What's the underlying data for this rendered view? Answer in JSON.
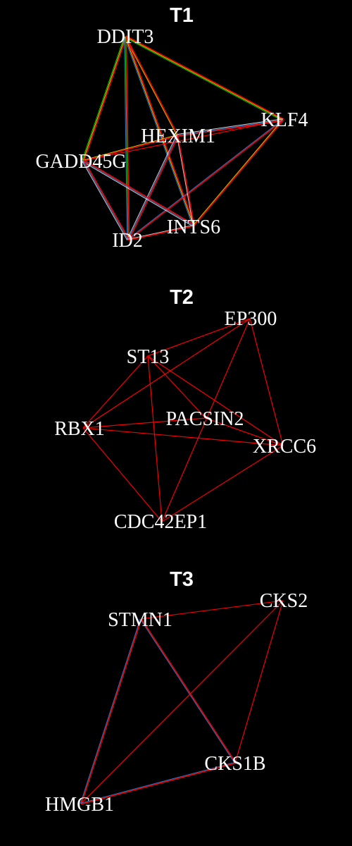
{
  "colors": {
    "background": "#000000",
    "label": "#ffffff",
    "edge_primary": "#ff0000",
    "edge_secondary": [
      "#ffff00",
      "#00ff00",
      "#3399ff",
      "#ffffff"
    ]
  },
  "panels": [
    {
      "title": "T1",
      "nodes": [
        {
          "id": "DDIT3",
          "label": "DDIT3"
        },
        {
          "id": "KLF4",
          "label": "KLF4"
        },
        {
          "id": "HEXIM1",
          "label": "HEXIM1"
        },
        {
          "id": "GADD45G",
          "label": "GADD45G"
        },
        {
          "id": "INTS6",
          "label": "INTS6"
        },
        {
          "id": "ID2",
          "label": "ID2"
        }
      ],
      "edges": [
        {
          "source": "DDIT3",
          "target": "KLF4",
          "colors": [
            "#ff0000",
            "#ffff00",
            "#00ff00"
          ]
        },
        {
          "source": "DDIT3",
          "target": "HEXIM1",
          "colors": [
            "#ff0000",
            "#ffff00"
          ]
        },
        {
          "source": "DDIT3",
          "target": "GADD45G",
          "colors": [
            "#ff0000",
            "#ffff00",
            "#00ff00"
          ]
        },
        {
          "source": "DDIT3",
          "target": "INTS6",
          "colors": [
            "#ff0000",
            "#ffff00",
            "#3399ff"
          ]
        },
        {
          "source": "DDIT3",
          "target": "ID2",
          "colors": [
            "#ff0000",
            "#00ff00",
            "#3399ff"
          ]
        },
        {
          "source": "KLF4",
          "target": "HEXIM1",
          "colors": [
            "#ff0000",
            "#3399ff",
            "#ffffff"
          ]
        },
        {
          "source": "KLF4",
          "target": "GADD45G",
          "colors": [
            "#ff0000"
          ]
        },
        {
          "source": "KLF4",
          "target": "INTS6",
          "colors": [
            "#ff0000",
            "#ffff00"
          ]
        },
        {
          "source": "KLF4",
          "target": "ID2",
          "colors": [
            "#ff0000",
            "#3399ff"
          ]
        },
        {
          "source": "HEXIM1",
          "target": "GADD45G",
          "colors": [
            "#ff0000",
            "#ffff00"
          ]
        },
        {
          "source": "HEXIM1",
          "target": "INTS6",
          "colors": [
            "#ff0000",
            "#ffffff"
          ]
        },
        {
          "source": "HEXIM1",
          "target": "ID2",
          "colors": [
            "#ff0000",
            "#3399ff",
            "#ffffff"
          ]
        },
        {
          "source": "GADD45G",
          "target": "INTS6",
          "colors": [
            "#ff0000",
            "#3399ff",
            "#ffffff"
          ]
        },
        {
          "source": "GADD45G",
          "target": "ID2",
          "colors": [
            "#ff0000",
            "#3399ff",
            "#ffffff"
          ]
        },
        {
          "source": "INTS6",
          "target": "ID2",
          "colors": [
            "#ff0000",
            "#ffffff"
          ]
        }
      ]
    },
    {
      "title": "T2",
      "nodes": [
        {
          "id": "EP300",
          "label": "EP300"
        },
        {
          "id": "ST13",
          "label": "ST13"
        },
        {
          "id": "PACSIN2",
          "label": "PACSIN2"
        },
        {
          "id": "RBX1",
          "label": "RBX1"
        },
        {
          "id": "XRCC6",
          "label": "XRCC6"
        },
        {
          "id": "CDC42EP1",
          "label": "CDC42EP1"
        }
      ],
      "edges": [
        {
          "source": "EP300",
          "target": "ST13",
          "colors": [
            "#ff0000"
          ]
        },
        {
          "source": "EP300",
          "target": "RBX1",
          "colors": [
            "#ff0000"
          ]
        },
        {
          "source": "EP300",
          "target": "XRCC6",
          "colors": [
            "#ff0000"
          ]
        },
        {
          "source": "EP300",
          "target": "CDC42EP1",
          "colors": [
            "#ff0000"
          ]
        },
        {
          "source": "ST13",
          "target": "RBX1",
          "colors": [
            "#ff0000"
          ]
        },
        {
          "source": "ST13",
          "target": "XRCC6",
          "colors": [
            "#ff0000"
          ]
        },
        {
          "source": "ST13",
          "target": "PACSIN2",
          "colors": [
            "#ff0000"
          ]
        },
        {
          "source": "ST13",
          "target": "CDC42EP1",
          "colors": [
            "#ff0000"
          ]
        },
        {
          "source": "RBX1",
          "target": "PACSIN2",
          "colors": [
            "#ff0000"
          ]
        },
        {
          "source": "RBX1",
          "target": "XRCC6",
          "colors": [
            "#ff0000"
          ]
        },
        {
          "source": "RBX1",
          "target": "CDC42EP1",
          "colors": [
            "#ff0000"
          ]
        },
        {
          "source": "PACSIN2",
          "target": "XRCC6",
          "colors": [
            "#ff0000"
          ]
        },
        {
          "source": "XRCC6",
          "target": "CDC42EP1",
          "colors": [
            "#ff0000"
          ]
        }
      ]
    },
    {
      "title": "T3",
      "nodes": [
        {
          "id": "CKS2",
          "label": "CKS2"
        },
        {
          "id": "STMN1",
          "label": "STMN1"
        },
        {
          "id": "CKS1B",
          "label": "CKS1B"
        },
        {
          "id": "HMGB1",
          "label": "HMGB1"
        }
      ],
      "edges": [
        {
          "source": "STMN1",
          "target": "CKS2",
          "colors": [
            "#ff0000"
          ]
        },
        {
          "source": "STMN1",
          "target": "CKS1B",
          "colors": [
            "#ff0000",
            "#3399ff"
          ]
        },
        {
          "source": "STMN1",
          "target": "HMGB1",
          "colors": [
            "#ff0000",
            "#3399ff"
          ]
        },
        {
          "source": "CKS2",
          "target": "CKS1B",
          "colors": [
            "#ff0000"
          ]
        },
        {
          "source": "CKS2",
          "target": "HMGB1",
          "colors": [
            "#ff0000"
          ]
        },
        {
          "source": "CKS1B",
          "target": "HMGB1",
          "colors": [
            "#ff0000",
            "#3399ff"
          ]
        }
      ]
    }
  ]
}
